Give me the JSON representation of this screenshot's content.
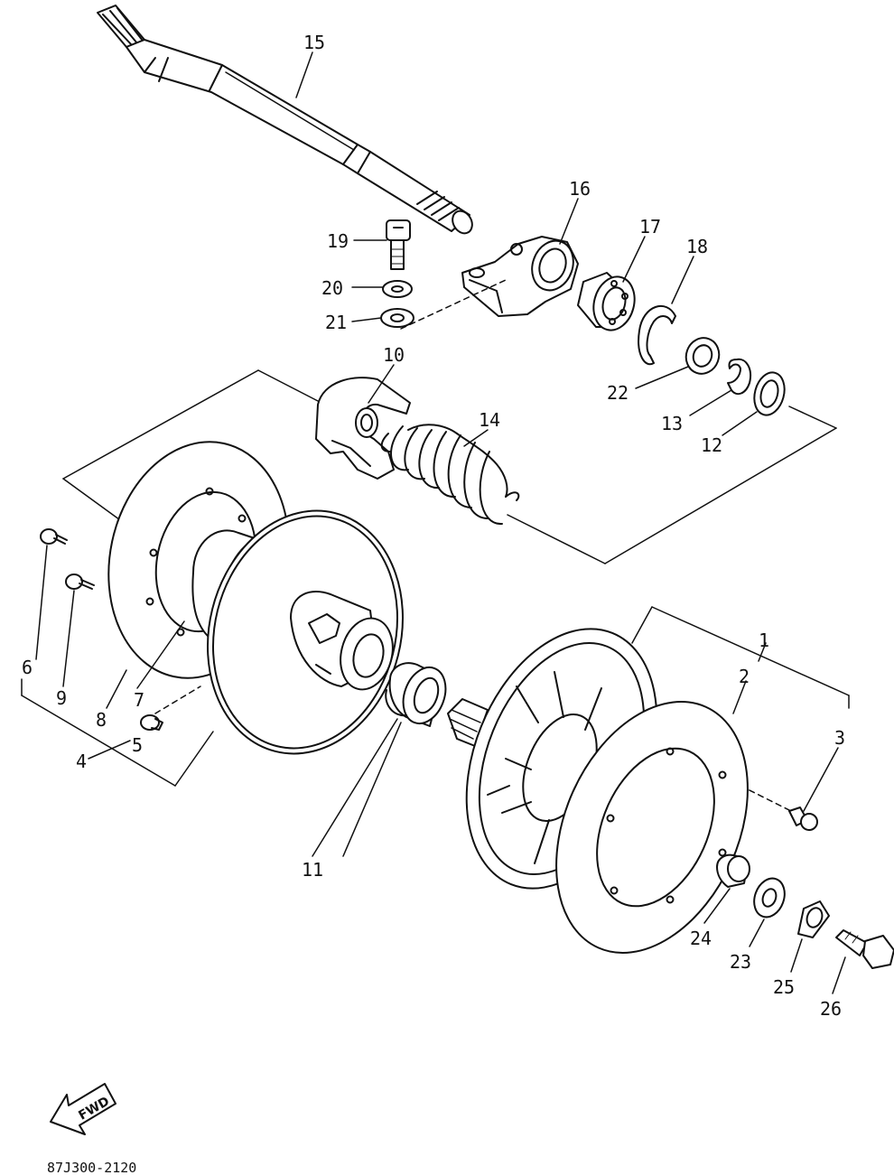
{
  "diagram": {
    "ink_color": "#111111",
    "background": "#ffffff",
    "part_numbers": [
      "1",
      "2",
      "3",
      "4",
      "5",
      "6",
      "7",
      "8",
      "9",
      "10",
      "11",
      "12",
      "13",
      "14",
      "15",
      "16",
      "17",
      "18",
      "19",
      "20",
      "21",
      "22",
      "23",
      "24",
      "25",
      "26"
    ],
    "fwd_label": "FWD",
    "reference_code": "87J300-2120"
  }
}
